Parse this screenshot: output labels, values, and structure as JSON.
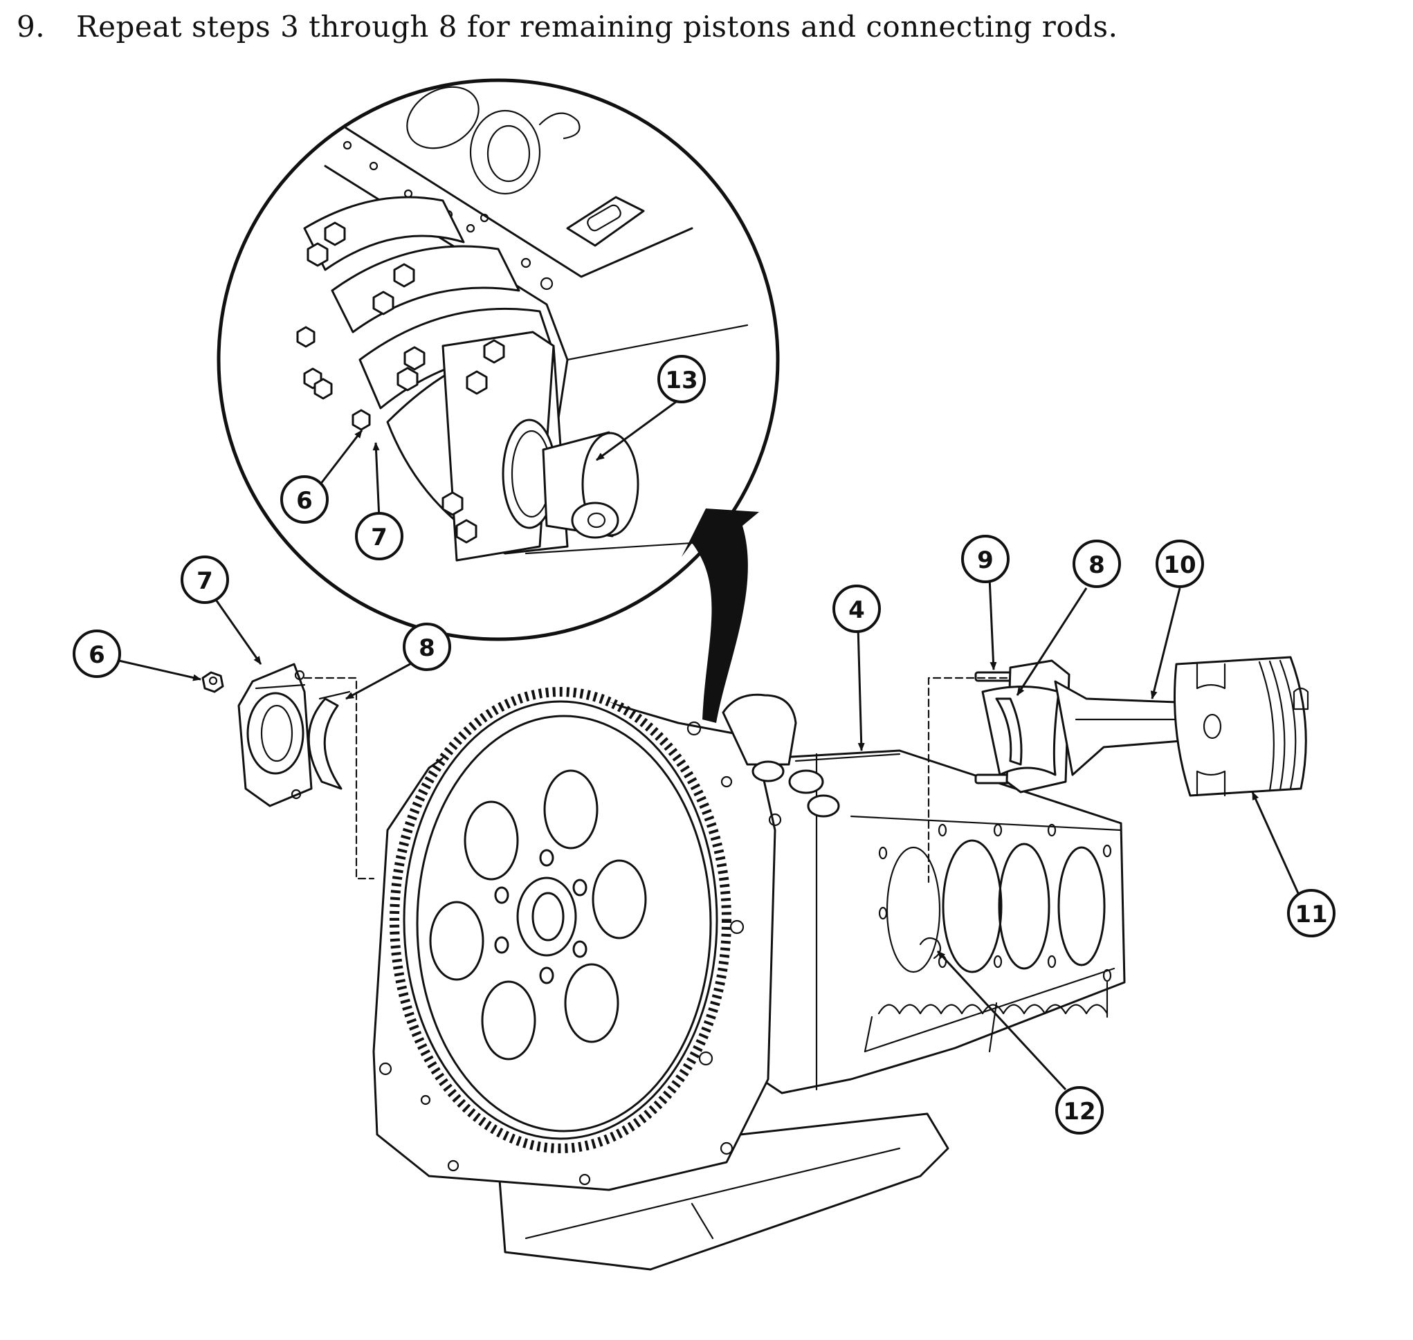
{
  "step": {
    "number": "9.",
    "text": "Repeat steps 3 through 8 for remaining pistons and connecting rods."
  },
  "callouts": {
    "c13": "13",
    "c6_inset": "6",
    "c7_inset": "7",
    "c7": "7",
    "c6": "6",
    "c8_left": "8",
    "c4": "4",
    "c9": "9",
    "c8_right": "8",
    "c10": "10",
    "c11": "11",
    "c12": "12"
  }
}
